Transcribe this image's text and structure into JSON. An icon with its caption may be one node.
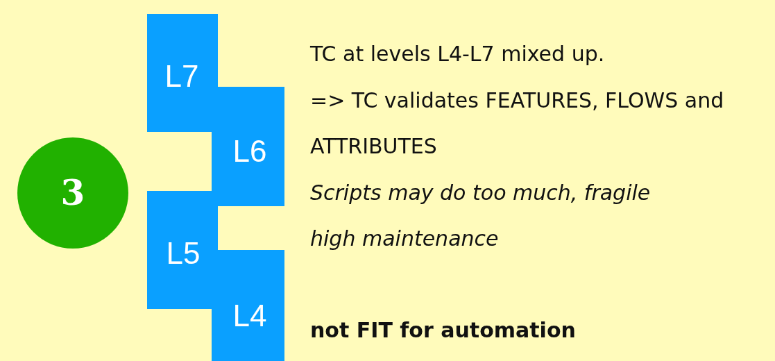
{
  "diagram": {
    "nodes": [
      {
        "text": [
          "3"
        ]
      },
      {
        "text": [
          "L7"
        ]
      },
      {
        "text": [
          "L6"
        ]
      },
      {
        "text": [
          "L5"
        ]
      },
      {
        "text": [
          "L4"
        ]
      }
    ],
    "labels": [
      "TC at levels L4-L7 mixed up.",
      "=> TC validates FEATURES, FLOWS and ATTRIBUTES",
      "Scripts may do too much, fragile high maintenance",
      "not FIT for automation"
    ]
  }
}
